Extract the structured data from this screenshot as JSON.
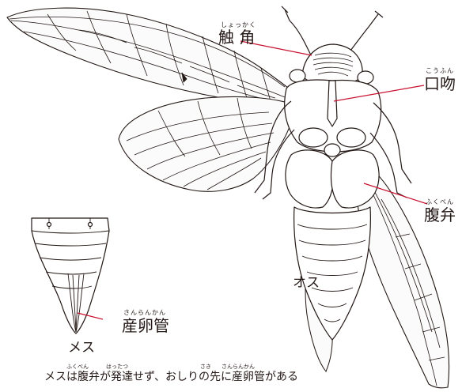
{
  "labels": {
    "antenna": {
      "text": "触 角",
      "ruby": "しょっかく"
    },
    "mouth": {
      "text": "口吻",
      "ruby": "こうふん"
    },
    "tymbal": {
      "text": "腹弁",
      "ruby": "ふくべん"
    },
    "ovipositor": {
      "text": "産卵管",
      "ruby": "さんらんかん"
    },
    "male": "オス",
    "female": "メス"
  },
  "caption": {
    "text": "メスは腹弁が発達せず、おしりの先に産卵管がある",
    "ruby": {
      "fukuben": "ふくべん",
      "hattatsu": "はったつ",
      "saki": "さき",
      "sanrankan": "さんらんかん"
    }
  },
  "colors": {
    "ink": "#231815",
    "leader": "#c8102e",
    "body_fill": "#ffffff",
    "wing_fill": "#fbfbfb"
  }
}
